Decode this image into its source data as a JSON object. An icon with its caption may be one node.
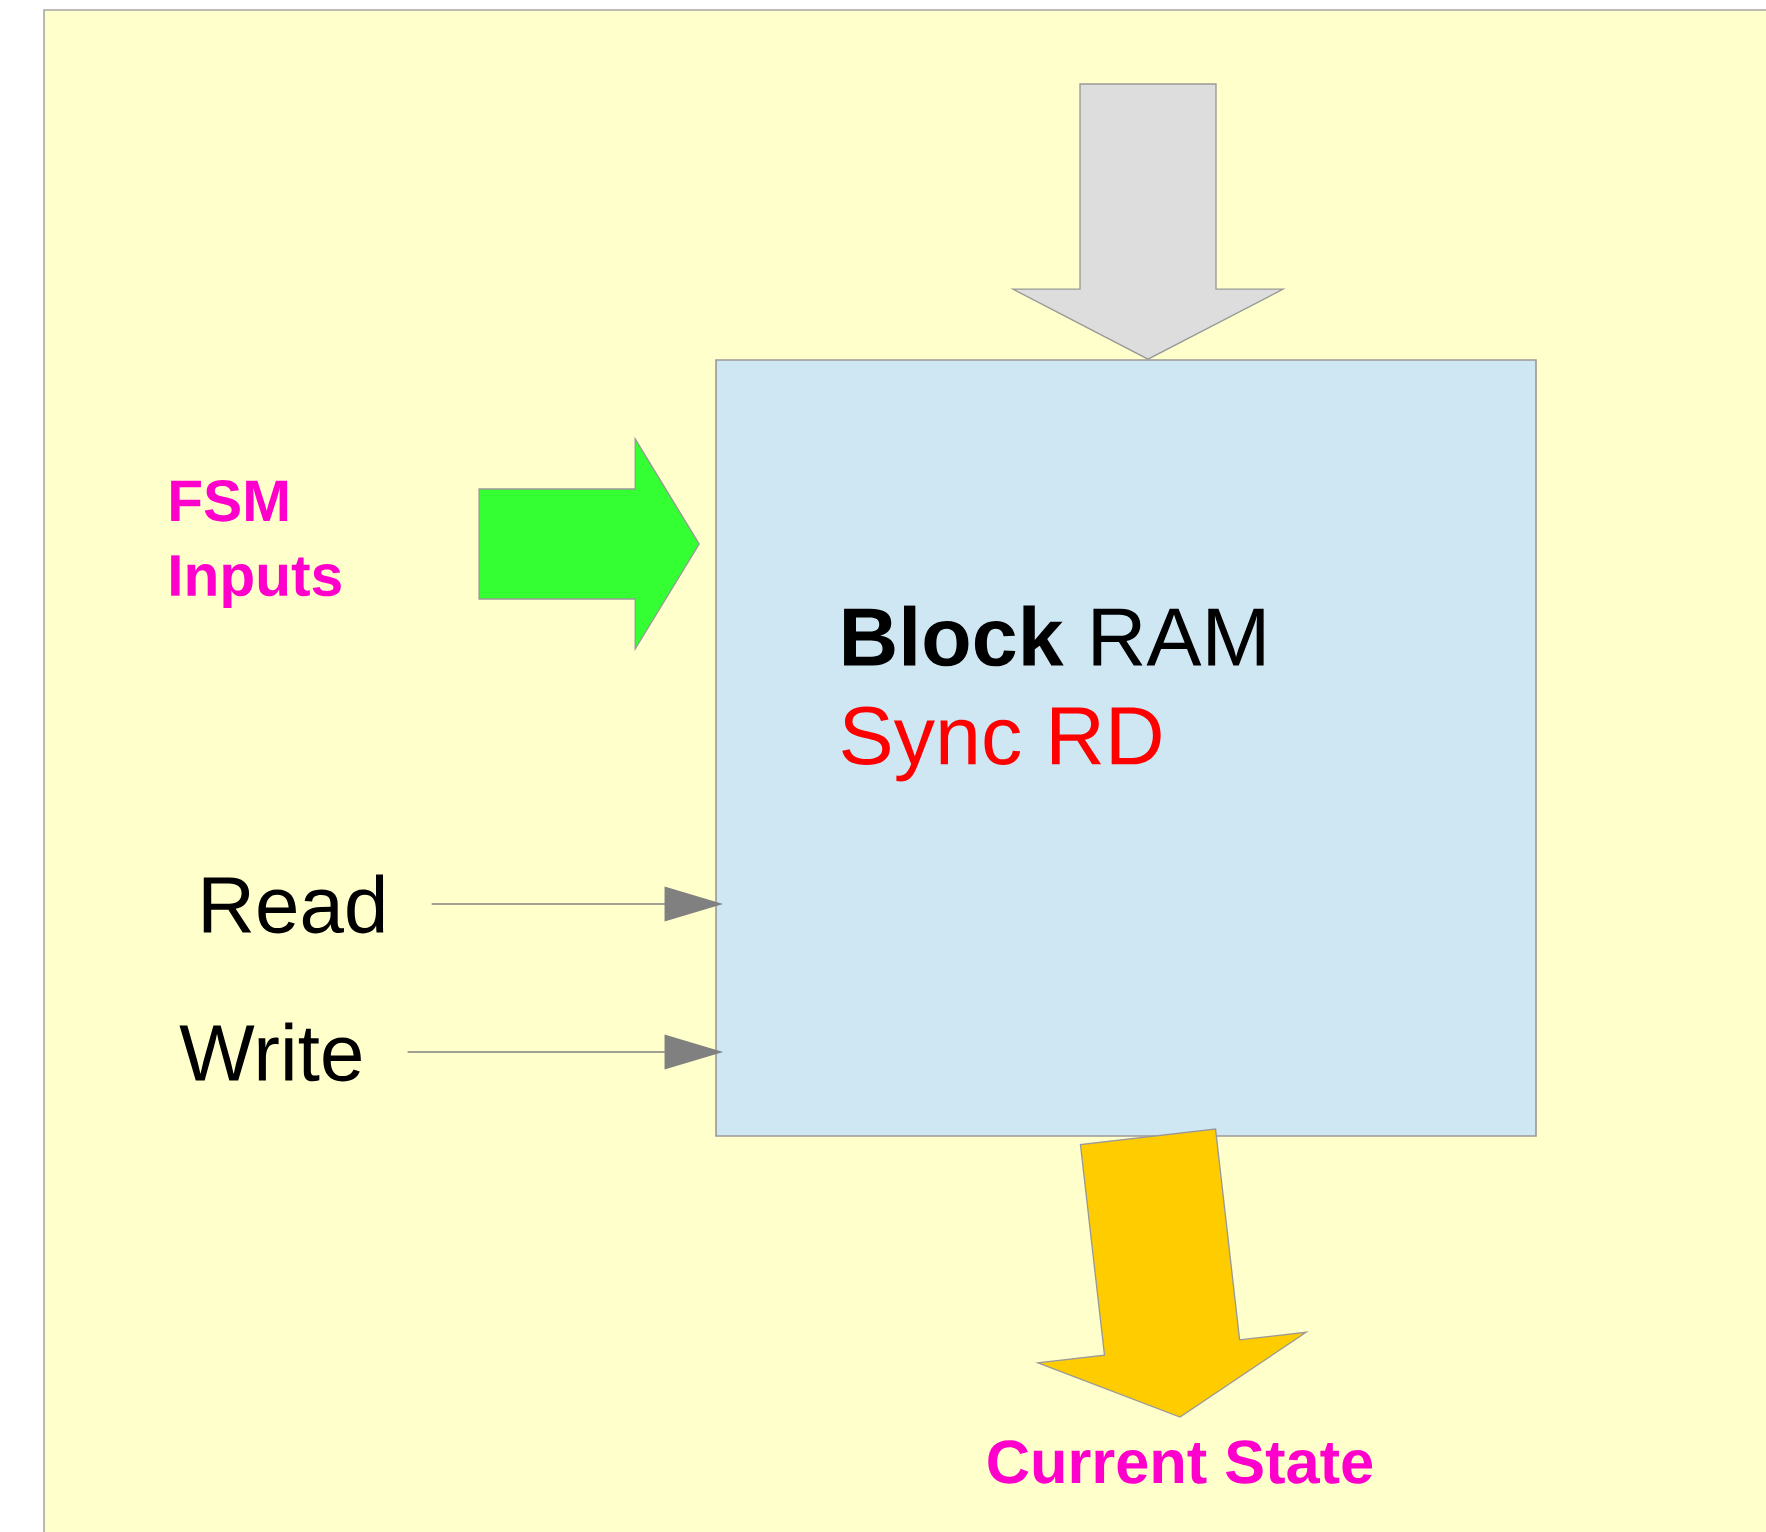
{
  "diagram": {
    "nodes": [
      {
        "text": [
          "**Block** RAM",
          "Sync RD"
        ]
      },
      {
        "text": [
          "FSM Inputs"
        ]
      },
      {
        "text": [
          "Read"
        ]
      },
      {
        "text": [
          "Write"
        ]
      },
      {
        "text": [
          "Current State"
        ]
      }
    ],
    "edges": [
      {
        "from": null,
        "to": 0,
        "arrow": "to",
        "style": "thick",
        "color": "#dddddd"
      },
      {
        "from": 1,
        "to": 0,
        "arrow": "to",
        "style": "thick",
        "color": "#33ff33"
      },
      {
        "from": 2,
        "to": 0,
        "arrow": "to"
      },
      {
        "from": 3,
        "to": 0,
        "arrow": "to"
      },
      {
        "from": 0,
        "to": 4,
        "arrow": "to",
        "style": "thick",
        "color": "#ffcc00"
      }
    ]
  }
}
